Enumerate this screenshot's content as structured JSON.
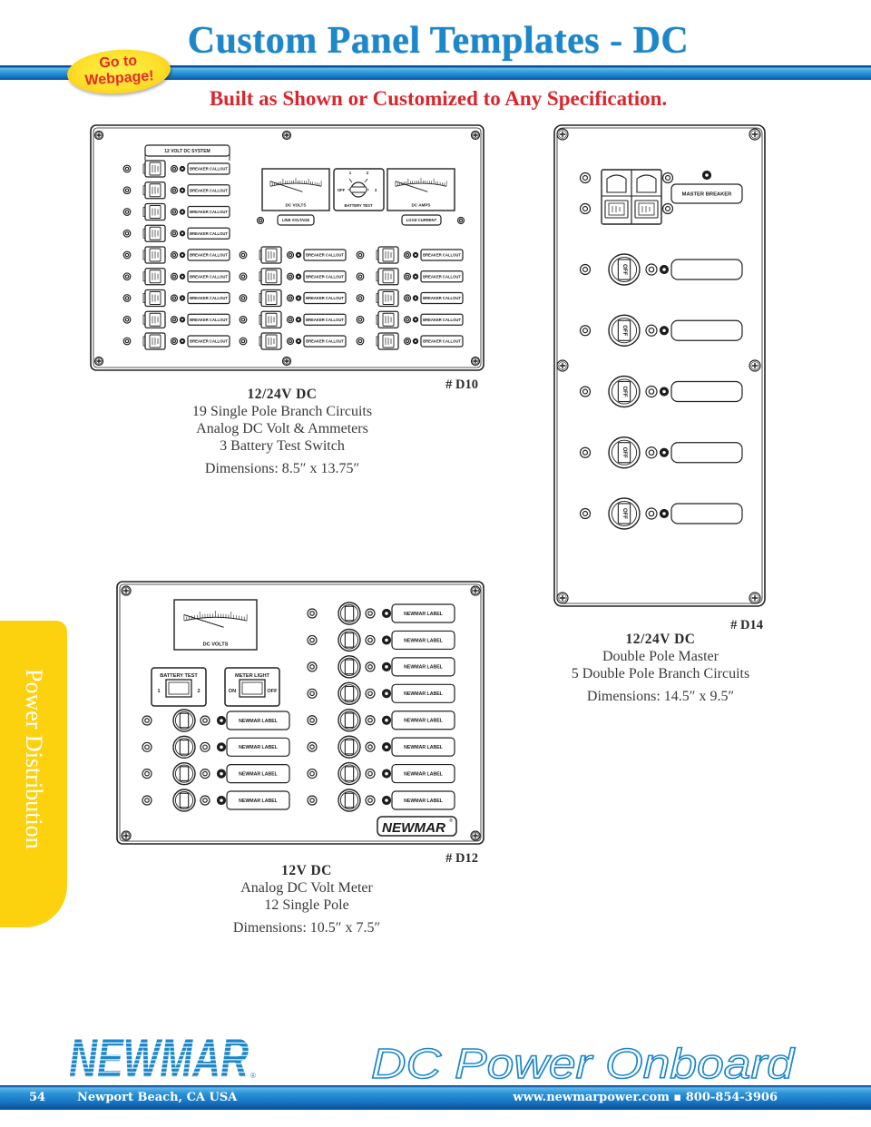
{
  "colors": {
    "brand_blue": "#1c87c9",
    "subtitle_red": "#d9272e",
    "tab_yellow": "#fcd20f",
    "badge_yellow": "#fde02a",
    "text_gray": "#3a3a3a"
  },
  "header": {
    "title": "Custom Panel Templates - DC",
    "subtitle": "Built as Shown or Customized to Any Specification.",
    "badge": {
      "line1": "Go to",
      "line2": "Webpage!"
    }
  },
  "side_tab": {
    "label": "Power Distribution"
  },
  "products": [
    {
      "model": "# D10",
      "voltage": "12/24V DC",
      "features": [
        "19 Single Pole Branch Circuits",
        "Analog DC Volt & Ammeters",
        "3 Battery Test Switch"
      ],
      "dimensions": "Dimensions: 8.5″ x 13.75″"
    },
    {
      "model": "# D14",
      "voltage": "12/24V DC",
      "features": [
        "Double Pole Master",
        "5 Double Pole Branch Circuits"
      ],
      "dimensions": "Dimensions: 14.5″ x 9.5″"
    },
    {
      "model": "# D12",
      "voltage": "12V DC",
      "features": [
        "Analog DC Volt Meter",
        "12 Single Pole"
      ],
      "dimensions": "Dimensions: 10.5″ x 7.5″"
    }
  ],
  "panels": {
    "d10": {
      "system_label": "12 VOLT DC SYSTEM",
      "volt_meter": "DC VOLTS",
      "amp_meter": "DC AMPS",
      "volt_meter_label": "LINE VOLTAGE",
      "amp_meter_label": "LOAD CURRENT",
      "battery_switch": {
        "title": "BATTERY TEST",
        "off": "OFF",
        "p1": "1",
        "p2": "2",
        "p3": "3"
      },
      "left_column": [
        "BREAKER CALLOUT",
        "BREAKER CALLOUT",
        "BREAKER CALLOUT",
        "BREAKER CALLOUT",
        "BREAKER CALLOUT",
        "BREAKER CALLOUT",
        "BREAKER CALLOUT",
        "BREAKER CALLOUT",
        "BREAKER CALLOUT"
      ],
      "middle_column": [
        "BREAKER CALLOUT",
        "BREAKER CALLOUT",
        "BREAKER CALLOUT",
        "BREAKER CALLOUT",
        "BREAKER CALLOUT"
      ],
      "right_column": [
        "BREAKER CALLOUT",
        "BREAKER CALLOUT",
        "BREAKER CALLOUT",
        "BREAKER CALLOUT",
        "BREAKER CALLOUT"
      ]
    },
    "d14": {
      "master_label": "MASTER BREAKER",
      "toggle_text": "OFF"
    },
    "d12": {
      "volt_meter": "DC VOLTS",
      "battery_test": {
        "title": "BATTERY TEST",
        "left": "1",
        "right": "2"
      },
      "meter_light": {
        "title": "METER LIGHT",
        "left": "ON",
        "right": "OFF"
      },
      "left_column": [
        "NEWMAR LABEL",
        "NEWMAR LABEL",
        "NEWMAR LABEL",
        "NEWMAR LABEL"
      ],
      "right_column": [
        "NEWMAR LABEL",
        "NEWMAR LABEL",
        "NEWMAR LABEL",
        "NEWMAR LABEL",
        "NEWMAR LABEL",
        "NEWMAR LABEL",
        "NEWMAR LABEL",
        "NEWMAR LABEL"
      ],
      "logo": "NEWMAR",
      "logo_mark": "®"
    }
  },
  "footer": {
    "logo": "NEWMAR",
    "logo_mark": "®",
    "tagline": "DC Power Onboard",
    "page_number": "54",
    "location": "Newport Beach, CA USA",
    "contact": "www.newmarpower.com ▪ 800-854-3906"
  }
}
